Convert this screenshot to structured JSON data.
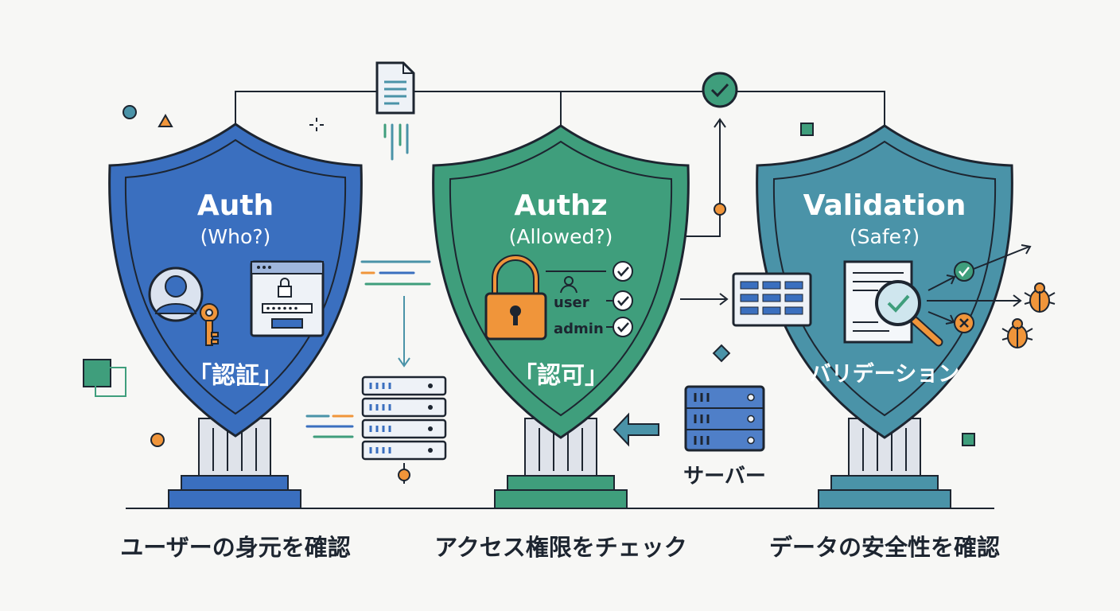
{
  "shields": {
    "auth": {
      "title": "Auth",
      "subtitle": "(Who?)",
      "jp_label": "「認証」",
      "caption": "ユーザーの身元を確認",
      "color": "#3a6fbf"
    },
    "authz": {
      "title": "Authz",
      "subtitle": "(Allowed?)",
      "jp_label": "「認可」",
      "caption": "アクセス権限をチェック",
      "color": "#3f9e7c",
      "roles": [
        "user",
        "admin"
      ]
    },
    "validation": {
      "title": "Validation",
      "subtitle": "(Safe?)",
      "jp_label": "バリデーション",
      "caption": "データの安全性を確認",
      "color": "#4a93a8"
    }
  },
  "server_label": "サーバー",
  "colors": {
    "outline": "#1d2530",
    "accent_orange": "#f0953a",
    "accent_green": "#3f9e7c",
    "accent_teal": "#4a93a8",
    "accent_blue": "#3a6fbf"
  }
}
